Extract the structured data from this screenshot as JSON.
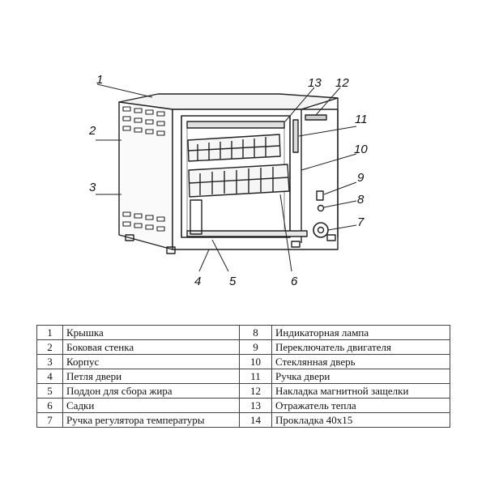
{
  "callouts": [
    "1",
    "2",
    "3",
    "4",
    "5",
    "6",
    "7",
    "8",
    "9",
    "10",
    "11",
    "12",
    "13"
  ],
  "legend": [
    {
      "n1": "1",
      "l1": "Крышка",
      "n2": "8",
      "l2": "Индикаторная  лампа"
    },
    {
      "n1": "2",
      "l1": "Боковая стенка",
      "n2": "9",
      "l2": "Переключатель двигателя"
    },
    {
      "n1": "3",
      "l1": "Корпус",
      "n2": "10",
      "l2": "Стеклянная дверь"
    },
    {
      "n1": "4",
      "l1": "Петля двери",
      "n2": "11",
      "l2": "Ручка двери"
    },
    {
      "n1": "5",
      "l1": "Поддон для сбора жира",
      "n2": "12",
      "l2": "Накладка магнитной защелки"
    },
    {
      "n1": "6",
      "l1": "Садки",
      "n2": "13",
      "l2": "Отражатель тепла"
    },
    {
      "n1": "7",
      "l1": "Ручка регулятора температуры",
      "n2": "14",
      "l2": "Прокладка 40х15"
    }
  ]
}
